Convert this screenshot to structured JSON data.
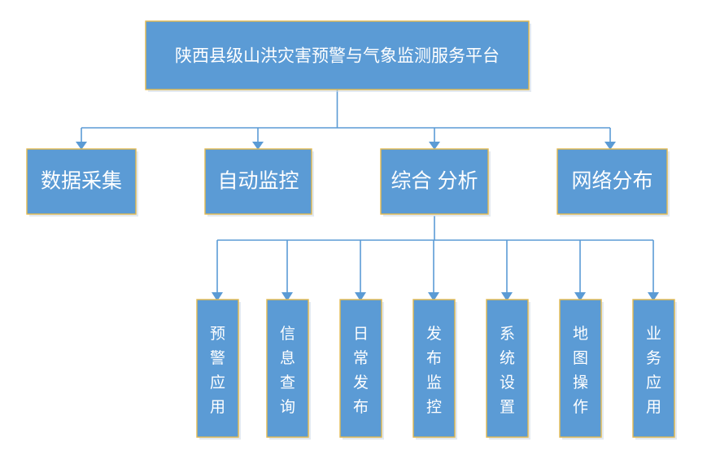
{
  "diagram": {
    "type": "organization-hierarchy-chart",
    "title": "陕西县级山洪灾害预警与气象监测服务平台",
    "colors": {
      "node_fill": "#5B9BD5",
      "node_border": "#E3B94D",
      "connector": "#5B9BD5",
      "label_text": "#FFFFFF",
      "background": "#FFFFFF"
    },
    "root": {
      "label": "陕西县级山洪灾害预警与气象监测服务平台"
    },
    "level2": [
      {
        "label": "数据采集"
      },
      {
        "label": "自动监控"
      },
      {
        "label": "综合 分析"
      },
      {
        "label": "网络分布"
      }
    ],
    "level3_parent": "综合 分析",
    "level3": [
      {
        "label": "预警应用",
        "chars": [
          "预",
          "警",
          "应",
          "用"
        ]
      },
      {
        "label": "信息查询",
        "chars": [
          "信",
          "息",
          "查",
          "询"
        ]
      },
      {
        "label": "日常发布",
        "chars": [
          "日",
          "常",
          "发",
          "布"
        ]
      },
      {
        "label": "发布监控",
        "chars": [
          "发",
          "布",
          "监",
          "控"
        ]
      },
      {
        "label": "系统设置",
        "chars": [
          "系",
          "统",
          "设",
          "置"
        ]
      },
      {
        "label": "地图操作",
        "chars": [
          "地",
          "图",
          "操",
          "作"
        ]
      },
      {
        "label": "业务应用",
        "chars": [
          "业",
          "务",
          "应",
          "用"
        ]
      }
    ]
  }
}
